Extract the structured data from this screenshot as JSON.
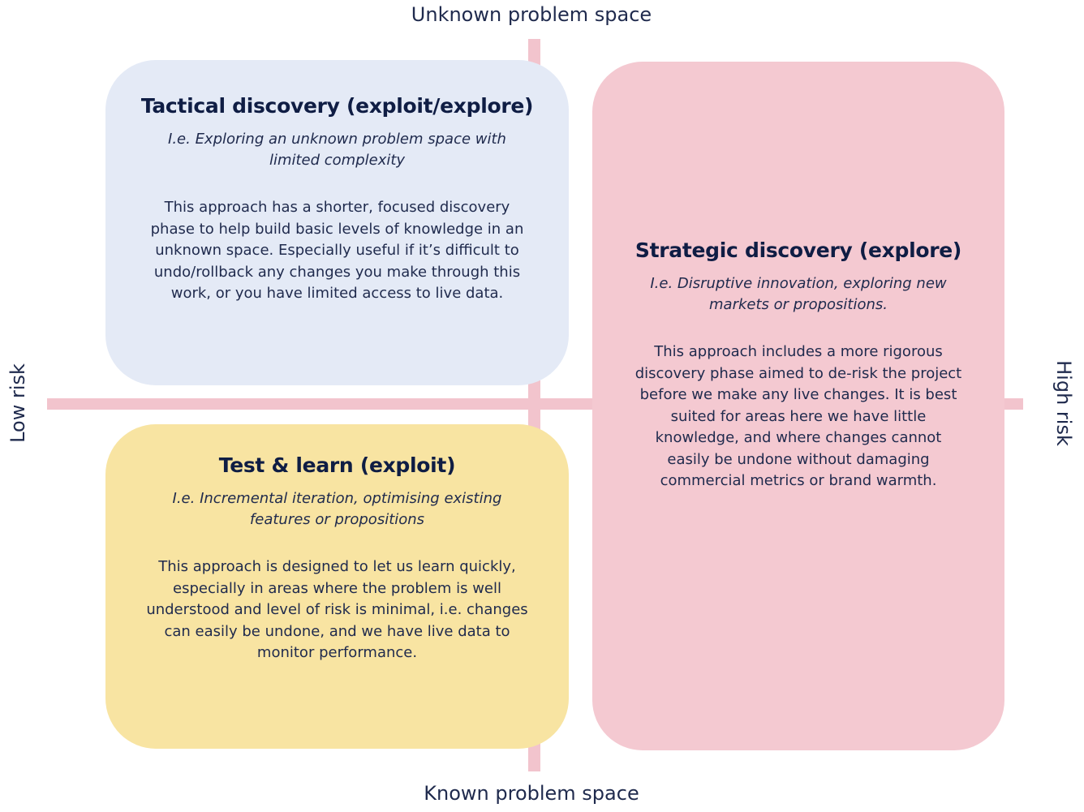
{
  "axes": {
    "top": "Unknown problem space",
    "bottom": "Known problem space",
    "left": "Low risk",
    "right": "High risk"
  },
  "cards": {
    "tactical": {
      "title": "Tactical discovery (exploit/explore)",
      "subtitle": "I.e. Exploring an unknown problem space with limited complexity",
      "body": "This approach has a shorter, focused discovery phase to help build basic levels of knowledge in an unknown space. Especially useful if it’s difficult to undo/rollback any changes you make through this work, or you have limited access to live data."
    },
    "test_learn": {
      "title": "Test & learn (exploit)",
      "subtitle": "I.e. Incremental iteration, optimising existing features or propositions",
      "body": "This approach is designed to let us learn quickly, especially in areas where the problem is well understood and level of risk is minimal, i.e. changes can easily be undone, and we have live data to monitor performance."
    },
    "strategic": {
      "title": "Strategic discovery (explore)",
      "subtitle": "I.e. Disruptive innovation, exploring new markets or propositions.",
      "body": "This approach includes a more rigorous discovery phase aimed to de-risk the project before we make any live changes. It is best suited for areas here we have little knowledge, and where changes cannot easily be undone without damaging commercial metrics or brand warmth."
    }
  },
  "colors": {
    "axis": "#f2c4cd",
    "tactical_bg": "#e4eaf6",
    "test_learn_bg": "#f8e4a2",
    "strategic_bg": "#f4c9d1",
    "text": "#1f2a4d"
  }
}
